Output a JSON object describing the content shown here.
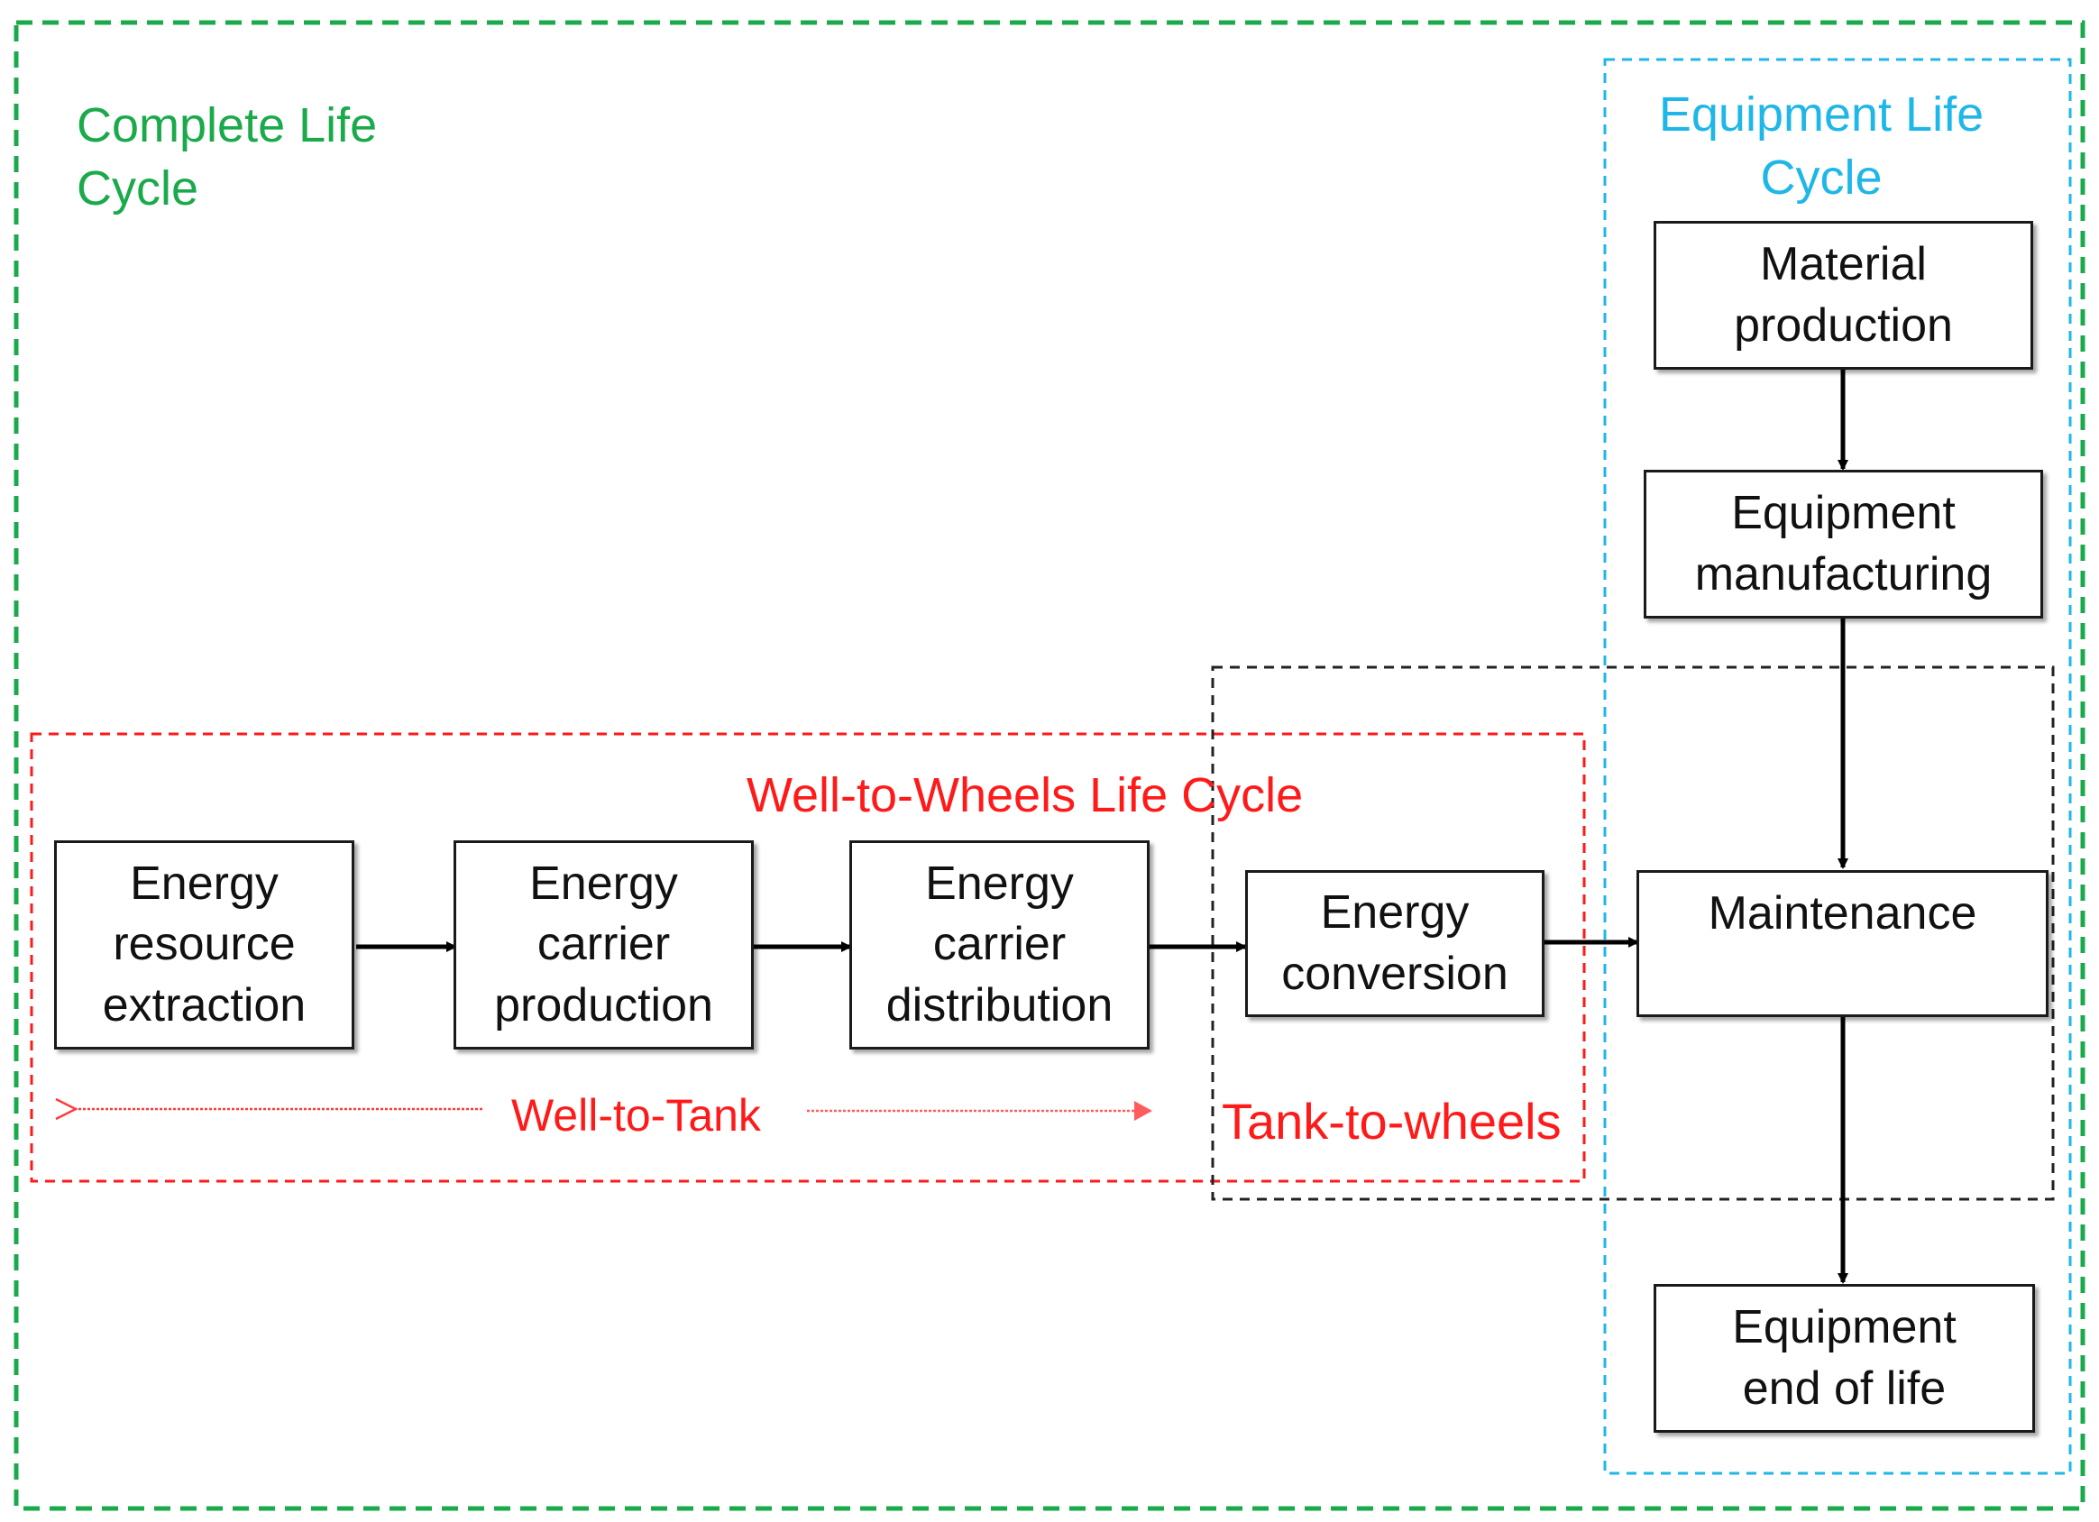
{
  "colors": {
    "complete": "#1aaa4b",
    "equipment": "#1fb6e8",
    "wtw": "#ff1a1a",
    "ttw": "#222222",
    "box_border": "#1a1a1a",
    "arrow": "#000000"
  },
  "labels": {
    "complete": "Complete Life\nCycle",
    "equipment": "Equipment Life\nCycle",
    "wtw": "Well-to-Wheels Life Cycle",
    "wtt": "Well-to-Tank",
    "ttw": "Tank-to-wheels"
  },
  "boxes": {
    "extraction": "Energy\nresource\nextraction",
    "carrier_production": "Energy\ncarrier\nproduction",
    "distribution": "Energy\ncarrier\ndistribution",
    "conversion": "Energy\nconversion",
    "material": "Material\nproduction",
    "manufacturing": "Equipment\nmanufacturing",
    "maintenance": "Maintenance",
    "end_of_life": "Equipment\nend of life"
  }
}
